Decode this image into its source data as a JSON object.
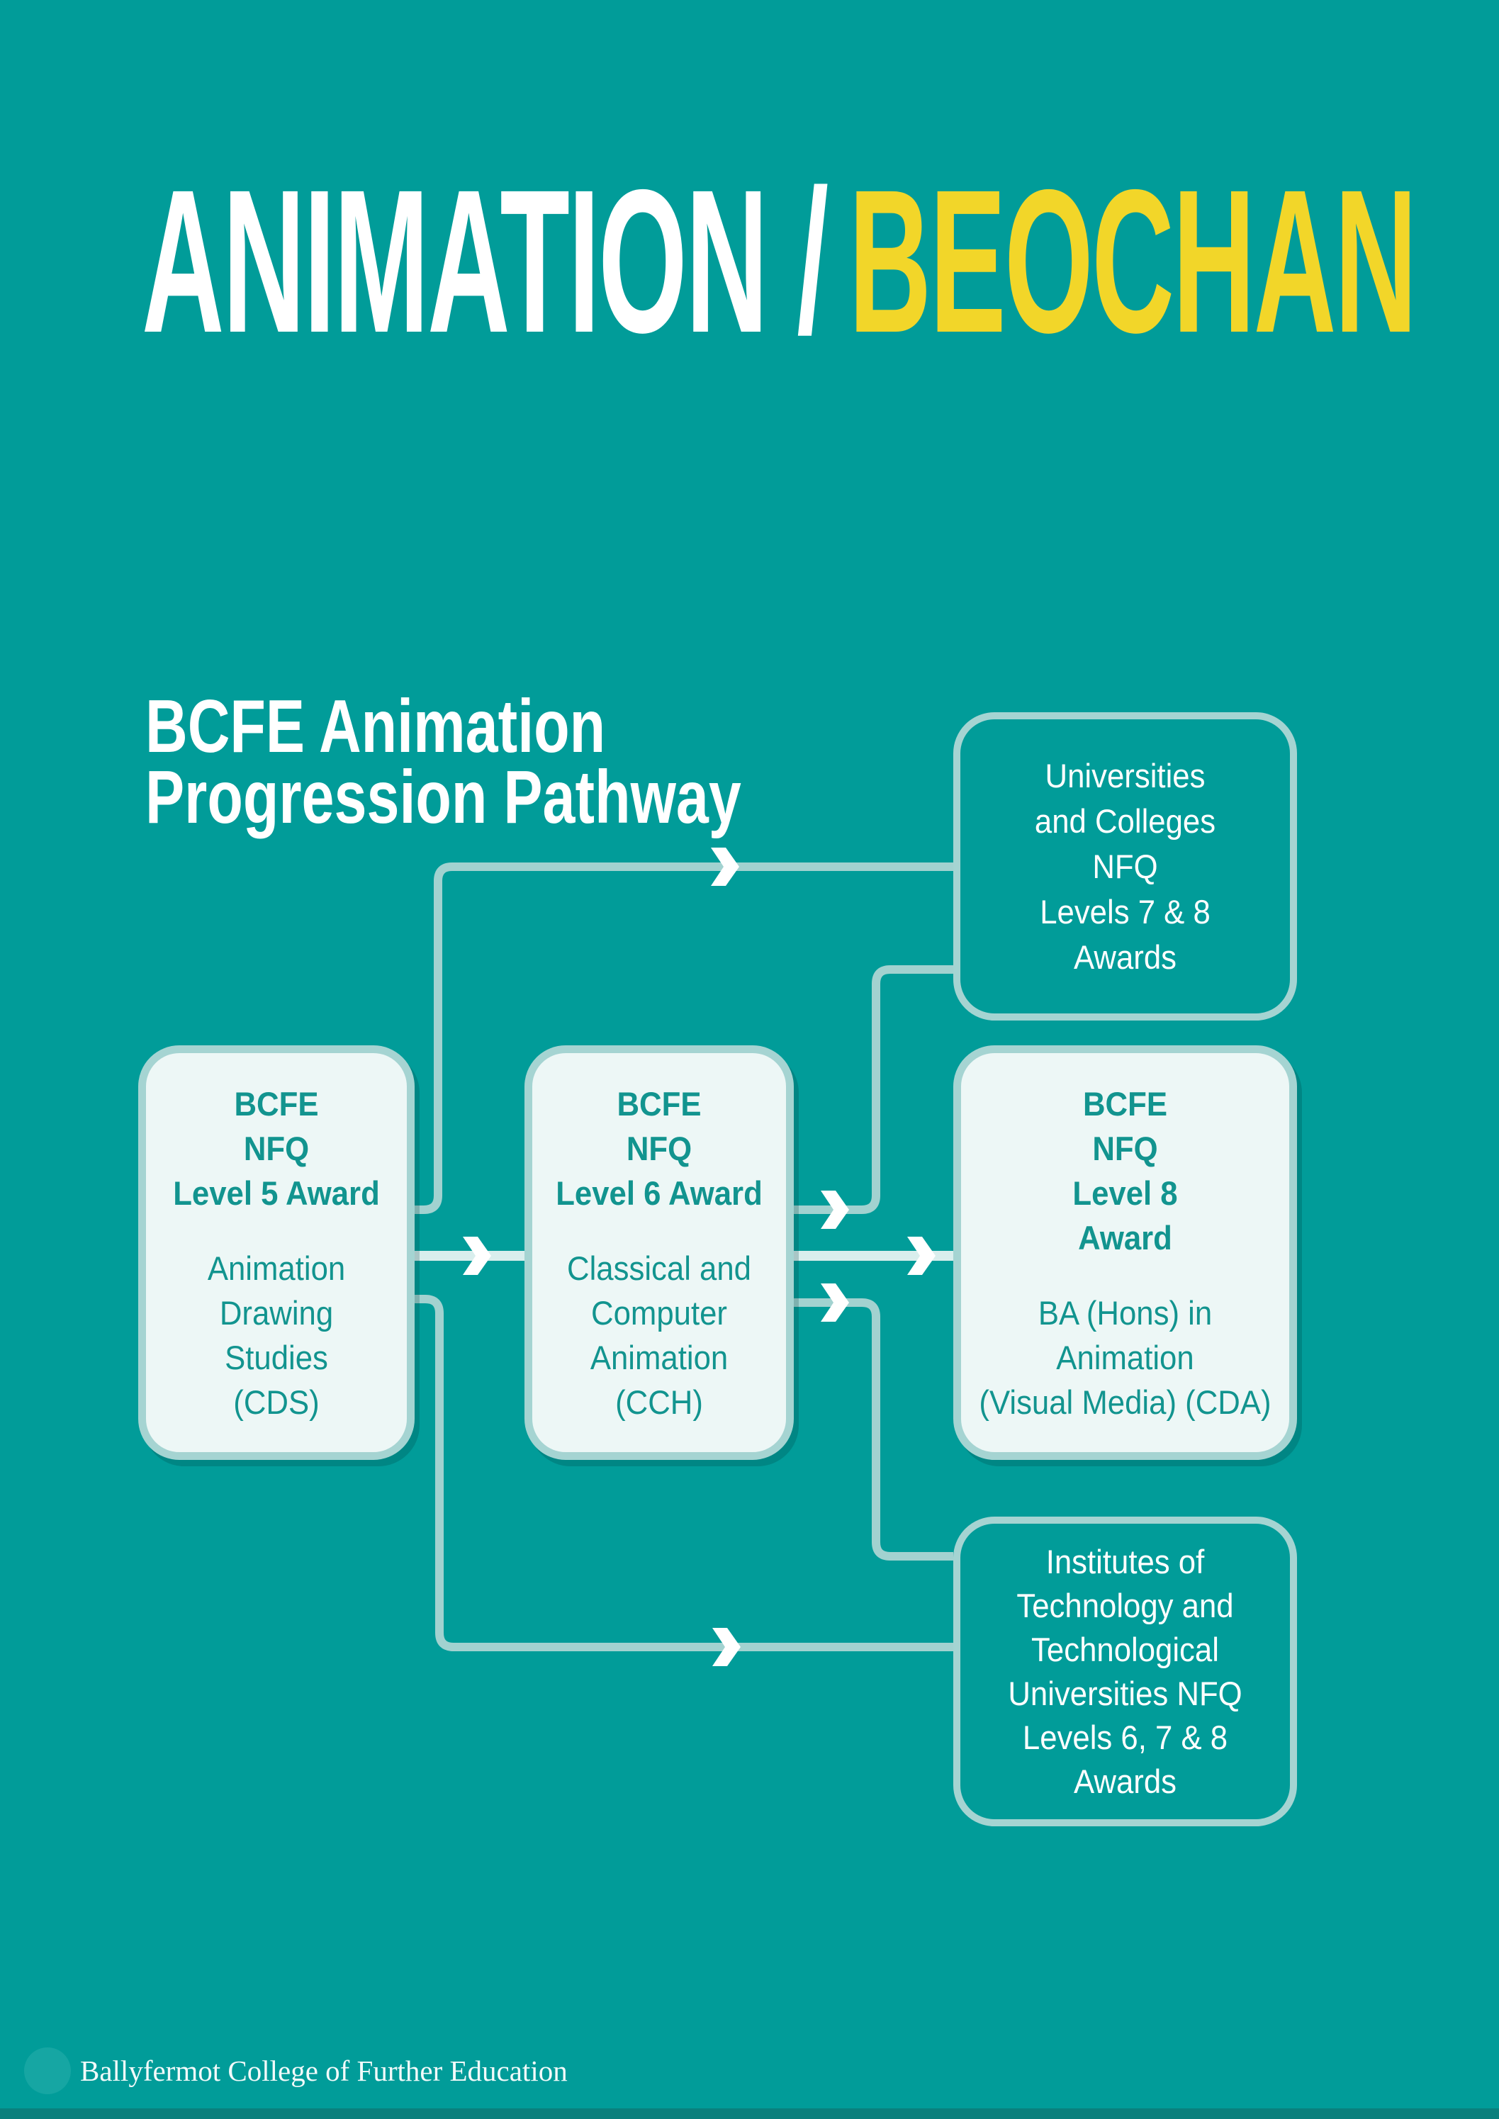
{
  "page": {
    "title": {
      "part1": "ANIMATION /",
      "part2": "BEOCHAN"
    },
    "subtitle": {
      "line1": "BCFE Animation",
      "line2": "Progression Pathway"
    },
    "footer": {
      "org_name": "Ballyfermot College of Further Education"
    }
  },
  "colors": {
    "background": "#019C99",
    "title_white": "#FFFFFF",
    "title_yellow": "#F2D629",
    "box_fill": "#EDF7F6",
    "box_border": "#A5D4D2",
    "box_text_teal": "#12948F",
    "connector_line": "#A2D2D0",
    "arrow_line": "#D9EEED",
    "arrow_chevron": "#FFFFFF",
    "footer_circle": "#16A6A3",
    "bottom_bar": "#0A807D"
  },
  "diagram": {
    "boxes": [
      {
        "id": "level5",
        "style": "filled",
        "heading_lines": [
          "BCFE",
          "NFQ",
          "Level 5 Award"
        ],
        "body_lines": [
          "Animation",
          "Drawing",
          "Studies",
          "(CDS)"
        ]
      },
      {
        "id": "level6",
        "style": "filled",
        "heading_lines": [
          "BCFE",
          "NFQ",
          "Level 6 Award"
        ],
        "body_lines": [
          "Classical and",
          "Computer",
          "Animation",
          "(CCH)"
        ]
      },
      {
        "id": "level8",
        "style": "filled",
        "heading_lines": [
          "BCFE",
          "NFQ",
          "Level 8",
          "Award"
        ],
        "body_lines": [
          "BA (Hons) in",
          "Animation",
          "(Visual Media) (CDA)"
        ]
      },
      {
        "id": "universities",
        "style": "outlined",
        "lines": [
          "Universities",
          "and Colleges",
          "NFQ",
          "Levels 7 & 8",
          "Awards"
        ]
      },
      {
        "id": "institutes",
        "style": "outlined",
        "lines": [
          "Institutes of",
          "Technology and",
          "Technological",
          "Universities NFQ",
          "Levels 6, 7 & 8",
          "Awards"
        ]
      }
    ]
  }
}
